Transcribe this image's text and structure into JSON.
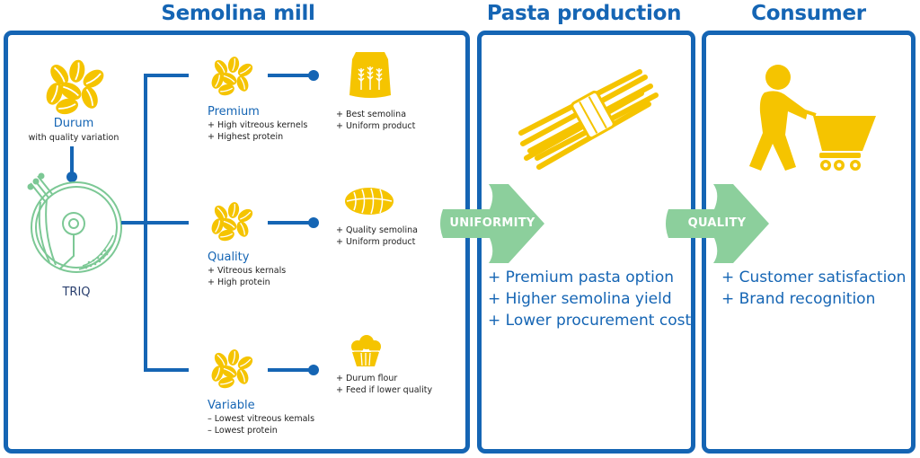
{
  "sections": {
    "mill_title": "Semolina mill",
    "pasta_title": "Pasta production",
    "consumer_title": "Consumer"
  },
  "durum": {
    "title": "Durum",
    "subtitle": "with quality variation"
  },
  "triq": {
    "label": "TRIQ"
  },
  "grades": [
    {
      "title": "Premium",
      "props": [
        "+ High vitreous kernels",
        "+ Highest protein"
      ],
      "product_props": [
        "+ Best semolina",
        "+ Uniform product"
      ]
    },
    {
      "title": "Quality",
      "props": [
        "+ Vitreous kernals",
        "+ High protein"
      ],
      "product_props": [
        "+ Quality semolina",
        "+ Uniform product"
      ]
    },
    {
      "title": "Variable",
      "props": [
        "– Lowest vitreous kemals",
        "– Lowest protein"
      ],
      "product_props": [
        "+ Durum flour",
        "+ Feed if lower quality"
      ]
    }
  ],
  "arrows": {
    "uniformity": "UNIFORMITY",
    "quality": "QUALITY"
  },
  "pasta_benefits": [
    "+ Premium pasta option",
    "+ Higher semolina yield",
    "+ Lower procurement cost"
  ],
  "consumer_benefits": [
    "+ Customer satisfaction",
    "+ Brand recognition"
  ],
  "colors": {
    "brand_blue": "#1565b4",
    "grain_yellow": "#f5c400",
    "machine_green": "#7cc895",
    "arrow_green": "#8ccf9c"
  }
}
